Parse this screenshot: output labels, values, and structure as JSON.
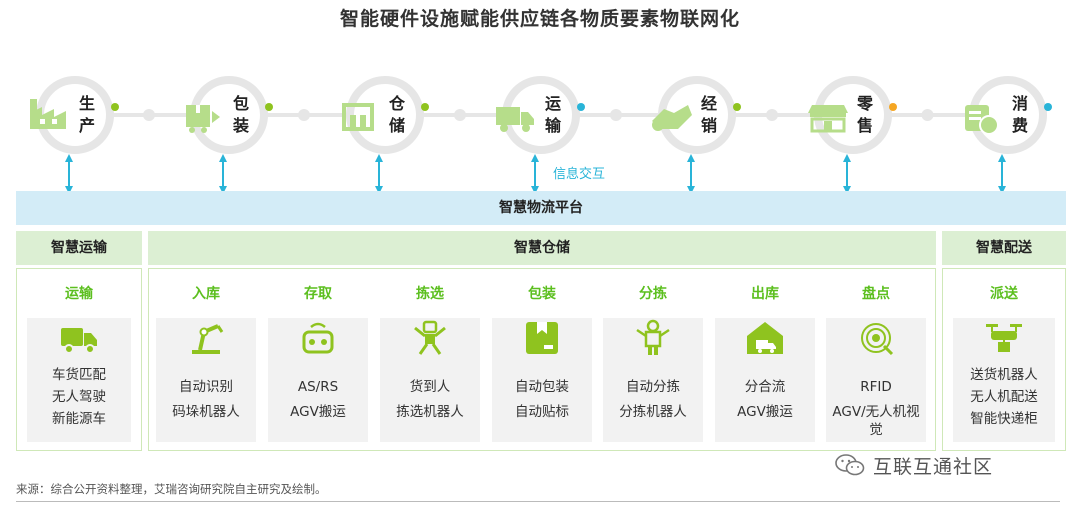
{
  "title": "智能硬件设施赋能供应链各物质要素物联网化",
  "stages": [
    {
      "char1": "生",
      "char2": "产",
      "icon": "factory-icon",
      "dot": "#8fc31f"
    },
    {
      "char1": "包",
      "char2": "装",
      "icon": "package-icon",
      "dot": "#8fc31f"
    },
    {
      "char1": "仓",
      "char2": "储",
      "icon": "warehouse-icon",
      "dot": "#8fc31f"
    },
    {
      "char1": "运",
      "char2": "输",
      "icon": "truck-icon",
      "dot": "#29b4d8"
    },
    {
      "char1": "经",
      "char2": "销",
      "icon": "handshake-icon",
      "dot": "#8fc31f"
    },
    {
      "char1": "零",
      "char2": "售",
      "icon": "store-icon",
      "dot": "#f5a623"
    },
    {
      "char1": "消",
      "char2": "费",
      "icon": "wallet-icon",
      "dot": "#29b4d8"
    }
  ],
  "info_exchange_label": "信息交互",
  "platform_label": "智慧物流平台",
  "sections": {
    "transport": {
      "header": "智慧运输",
      "item": {
        "title": "运输",
        "icon": "truck-icon",
        "lines": [
          "车货匹配",
          "无人驾驶",
          "新能源车"
        ]
      }
    },
    "warehouse": {
      "header": "智慧仓储",
      "items": [
        {
          "title": "入库",
          "icon": "robot-arm-icon",
          "lines": [
            "自动识别",
            "码垛机器人"
          ]
        },
        {
          "title": "存取",
          "icon": "agv-robot-icon",
          "lines": [
            "AS/RS",
            "AGV搬运"
          ]
        },
        {
          "title": "拣选",
          "icon": "picking-robot-icon",
          "lines": [
            "货到人",
            "拣选机器人"
          ]
        },
        {
          "title": "包装",
          "icon": "box-icon",
          "lines": [
            "自动包装",
            "自动贴标"
          ]
        },
        {
          "title": "分拣",
          "icon": "sorting-robot-icon",
          "lines": [
            "自动分拣",
            "分拣机器人"
          ]
        },
        {
          "title": "出库",
          "icon": "garage-truck-icon",
          "lines": [
            "分合流",
            "AGV搬运"
          ]
        },
        {
          "title": "盘点",
          "icon": "rfid-scan-icon",
          "lines": [
            "RFID",
            "AGV/无人机视觉"
          ]
        }
      ]
    },
    "delivery": {
      "header": "智慧配送",
      "item": {
        "title": "派送",
        "icon": "drone-icon",
        "lines": [
          "送货机器人",
          "无人机配送",
          "智能快递柜"
        ]
      }
    }
  },
  "source": "来源：综合公开资料整理，艾瑞咨询研究院自主研究及绘制。",
  "watermark": "互联互通社区",
  "colors": {
    "green": "#8fc31f",
    "light_green": "#b6dd8a",
    "blue": "#29b4d8",
    "orange": "#f5a623",
    "ring": "#e6e6e6"
  }
}
